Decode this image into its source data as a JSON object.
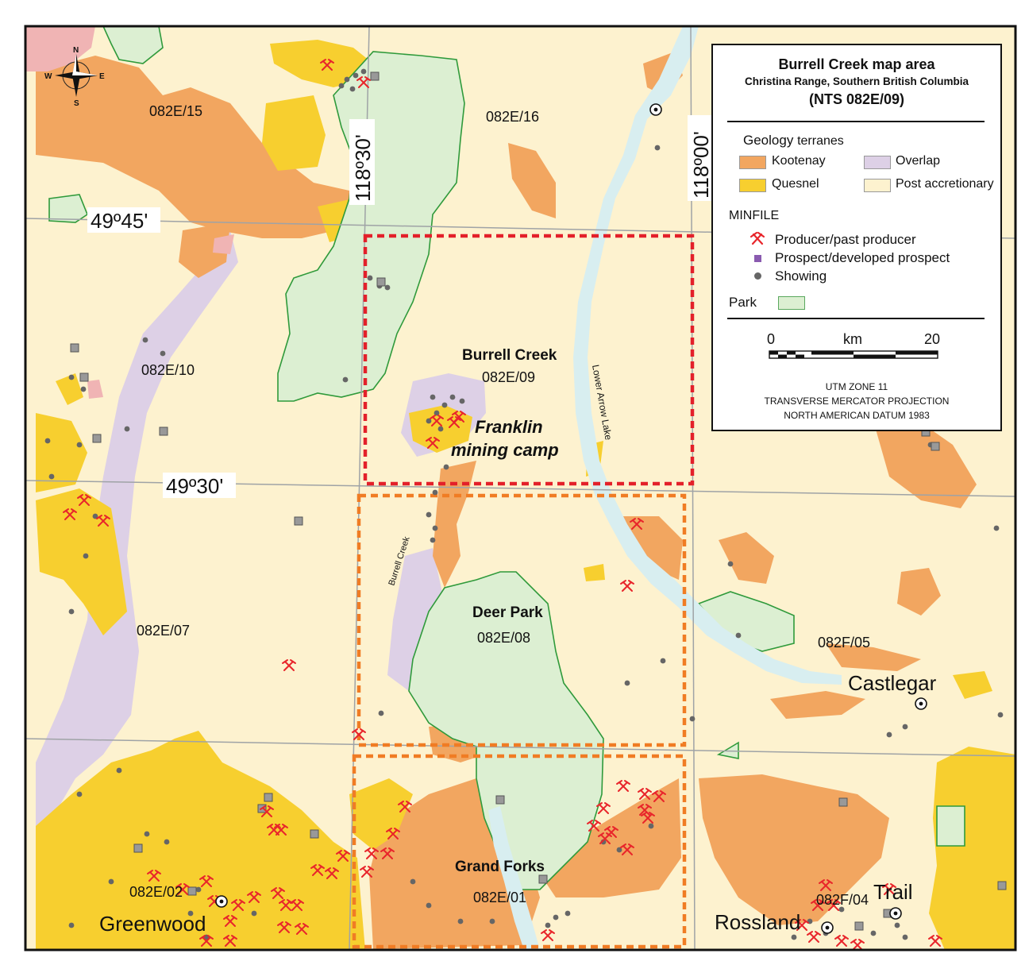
{
  "map": {
    "title": "Burrell Creek map area",
    "subtitle": "Christina Range, Southern British Columbia",
    "nts": "(NTS 082E/09)",
    "compass": {
      "n": "N",
      "s": "S",
      "e": "E",
      "w": "W"
    },
    "lat_labels": [
      "49º45'",
      "49º30'"
    ],
    "lon_labels": [
      "118º30'",
      "118º00'"
    ],
    "sheets": [
      "082E/15",
      "082E/16",
      "082E/10",
      "082E/07",
      "082E/02",
      "082E/01",
      "082F/05",
      "082F/04"
    ],
    "study_areas": [
      {
        "name": "Burrell Creek",
        "sheet": "082E/09"
      },
      {
        "name": "Deer Park",
        "sheet": "082E/08"
      },
      {
        "name": "Grand Forks",
        "sheet": "082E/01"
      }
    ],
    "camp_line1": "Franklin",
    "camp_line2": "mining camp",
    "towns": [
      "Castlegar",
      "Trail",
      "Rossland",
      "Greenwood"
    ],
    "water": {
      "lake": "Lower Arrow Lake",
      "creek": "Burrell Creek"
    }
  },
  "legend": {
    "geology_word": "Geology",
    "terranes_word": "terranes",
    "terranes": [
      {
        "name": "Kootenay",
        "color": "#f2a660"
      },
      {
        "name": "Overlap",
        "color": "#ddd0e6"
      },
      {
        "name": "Quesnel",
        "color": "#f7cf2f"
      },
      {
        "name": "Post accretionary",
        "color": "#fdf2cf"
      }
    ],
    "minfile_title": "MINFILE",
    "minfile": [
      {
        "label": "Producer/past producer",
        "icon": "crossed-hammers-icon",
        "color": "#e8252b"
      },
      {
        "label": "Prospect/developed prospect",
        "icon": "purple-square-icon",
        "color": "#8a5bb0"
      },
      {
        "label": "Showing",
        "icon": "grey-dot-icon",
        "color": "#666666"
      }
    ],
    "park_label": "Park",
    "park_color": "#dcefd2",
    "scale": {
      "min": "0",
      "unit": "km",
      "max": "20"
    },
    "projection": [
      "UTM ZONE 11",
      "TRANSVERSE MERCATOR PROJECTION",
      "NORTH AMERICAN DATUM 1983"
    ]
  },
  "colors": {
    "background": "#fdf2cf",
    "water": "#d8eef0",
    "burrell_box": "#e3202a",
    "other_boxes": "#f07c24",
    "park_outline": "#2f9a3b"
  }
}
